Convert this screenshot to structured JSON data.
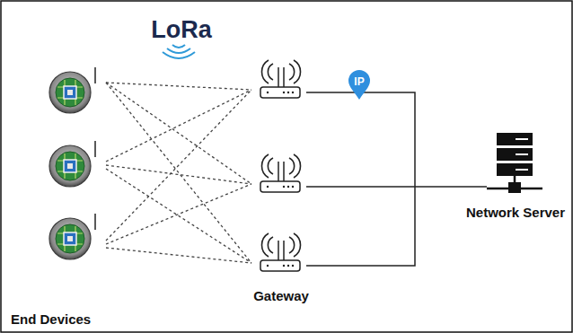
{
  "diagram": {
    "nodes": [
      {
        "text": [
          "IP"
        ]
      }
    ],
    "labels": [
      "LoRa",
      "End Devices",
      "Gateway",
      "Network Server"
    ]
  }
}
